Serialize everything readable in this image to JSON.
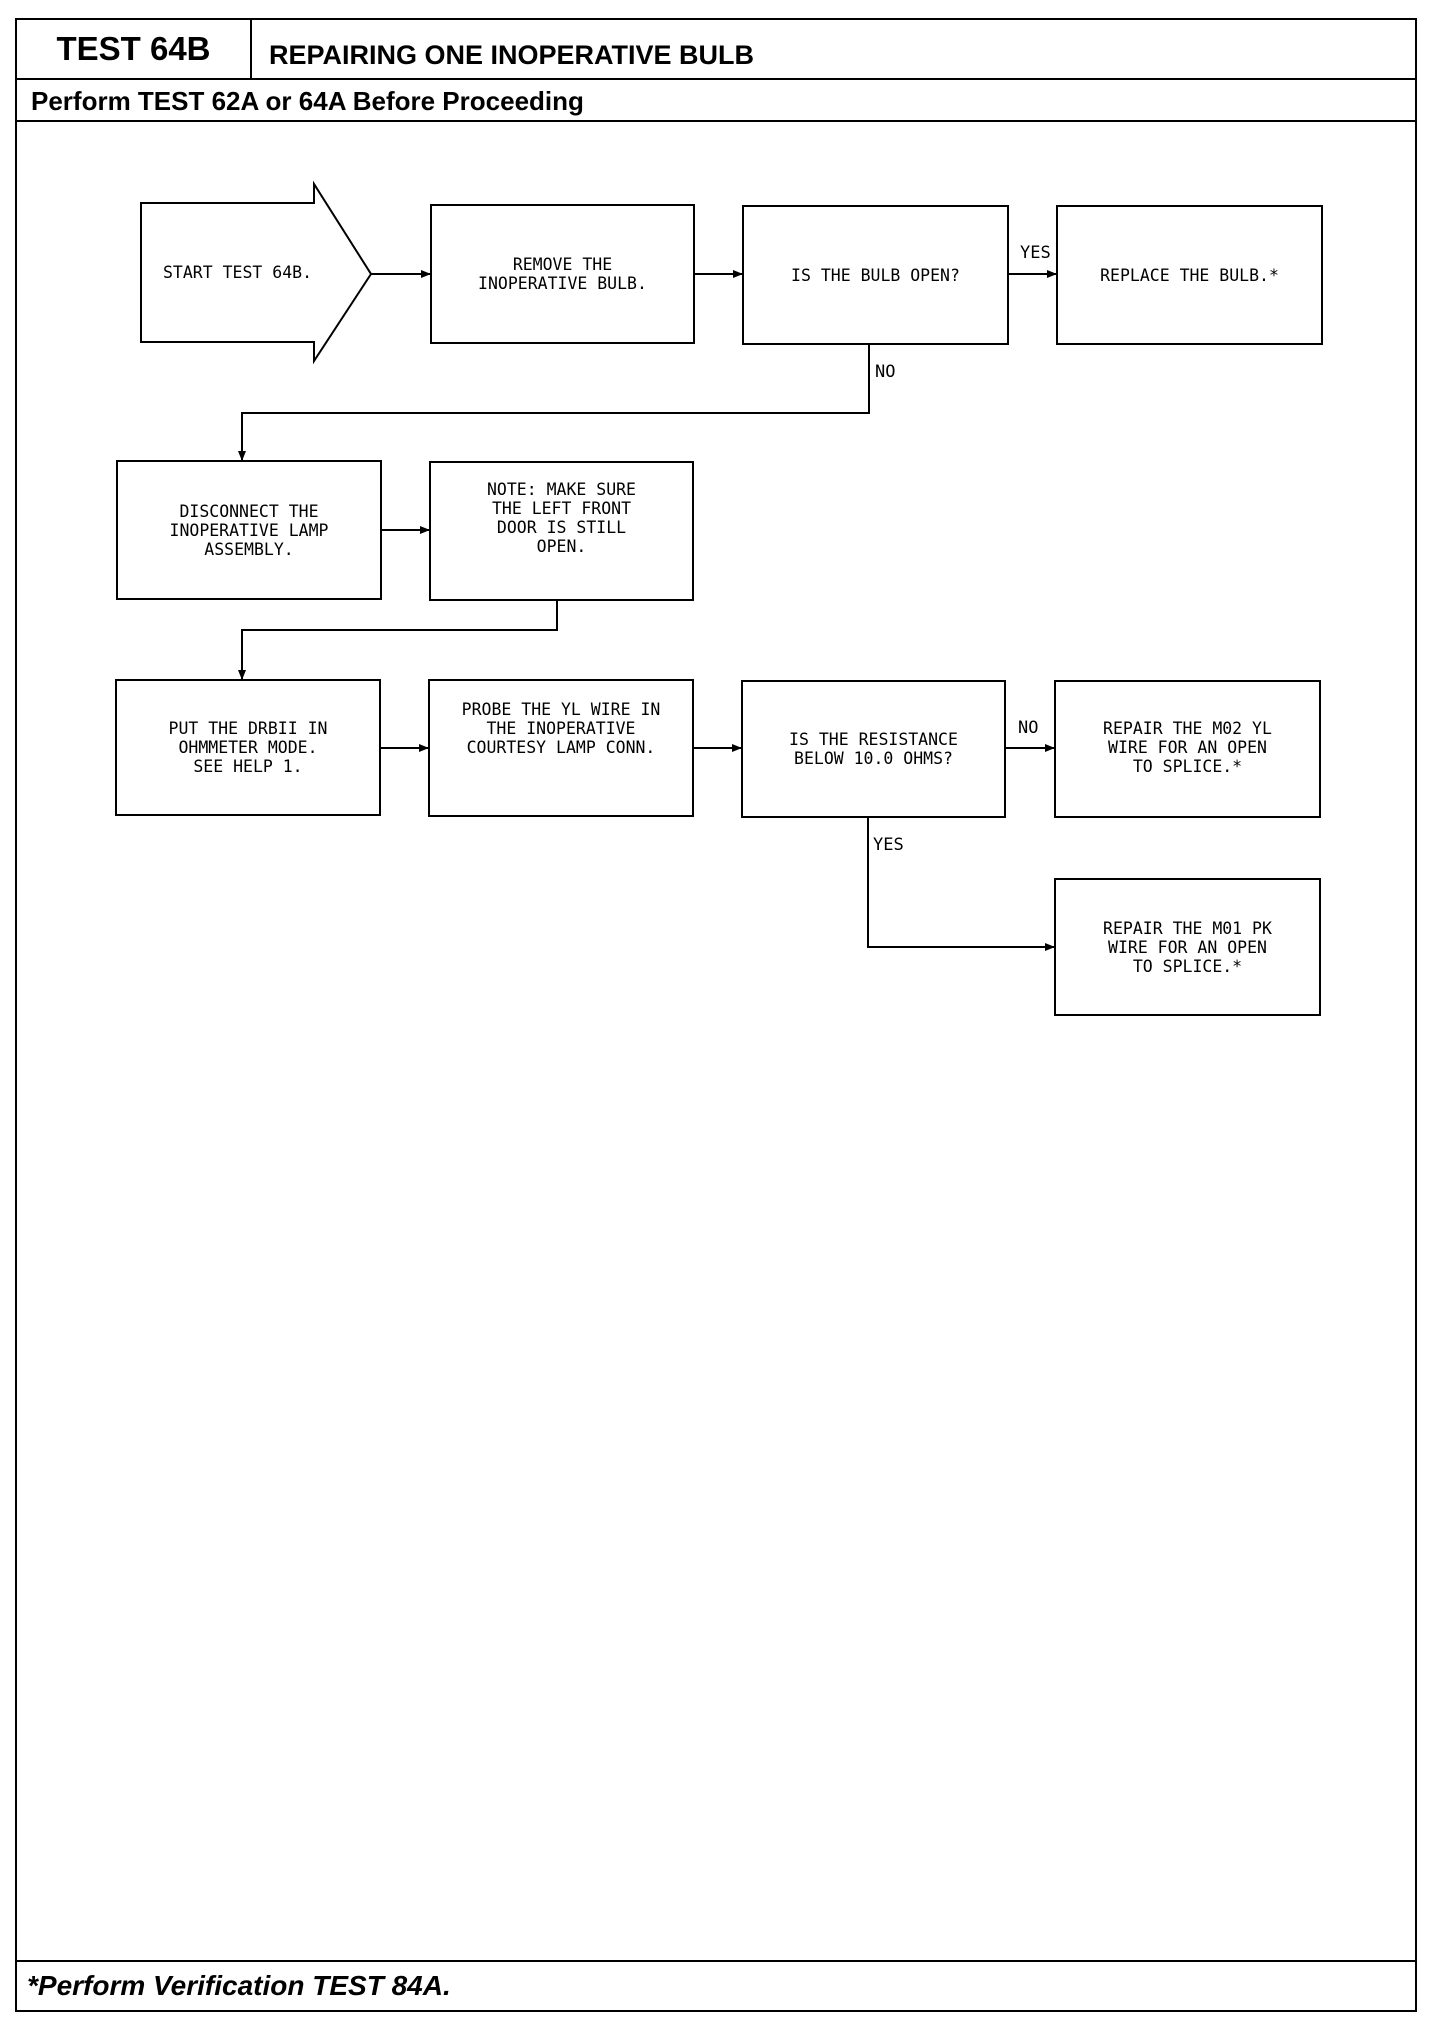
{
  "header": {
    "test_id": "TEST 64B",
    "title": "REPAIRING ONE INOPERATIVE BULB",
    "prerequisite": "Perform TEST 62A or 64A Before Proceeding"
  },
  "flowchart": {
    "start": "START TEST 64B.",
    "remove_bulb": "REMOVE THE\nINOPERATIVE BULB.",
    "q_bulb_open": "IS THE BULB OPEN?",
    "replace_bulb": "REPLACE THE BULB.*",
    "disconnect_lamp": "DISCONNECT THE\nINOPERATIVE LAMP\nASSEMBLY.",
    "note_door": "NOTE:  MAKE SURE\nTHE LEFT FRONT\nDOOR IS STILL\nOPEN.",
    "put_drbii": "PUT THE DRBII IN\nOHMMETER MODE.\nSEE HELP 1.",
    "probe_wire": "PROBE THE YL WIRE IN\nTHE INOPERATIVE\nCOURTESY LAMP CONN.",
    "q_resistance": "IS THE RESISTANCE\nBELOW 10.0 OHMS?",
    "repair_m02": "REPAIR THE M02 YL\nWIRE FOR AN OPEN\nTO SPLICE.*",
    "repair_m01": "REPAIR THE M01 PK\nWIRE FOR AN OPEN\nTO SPLICE.*",
    "labels": {
      "yes_bulb": "YES",
      "no_bulb": "NO",
      "no_resistance": "NO",
      "yes_resistance": "YES"
    }
  },
  "footer": {
    "note": "*Perform Verification TEST 84A."
  }
}
